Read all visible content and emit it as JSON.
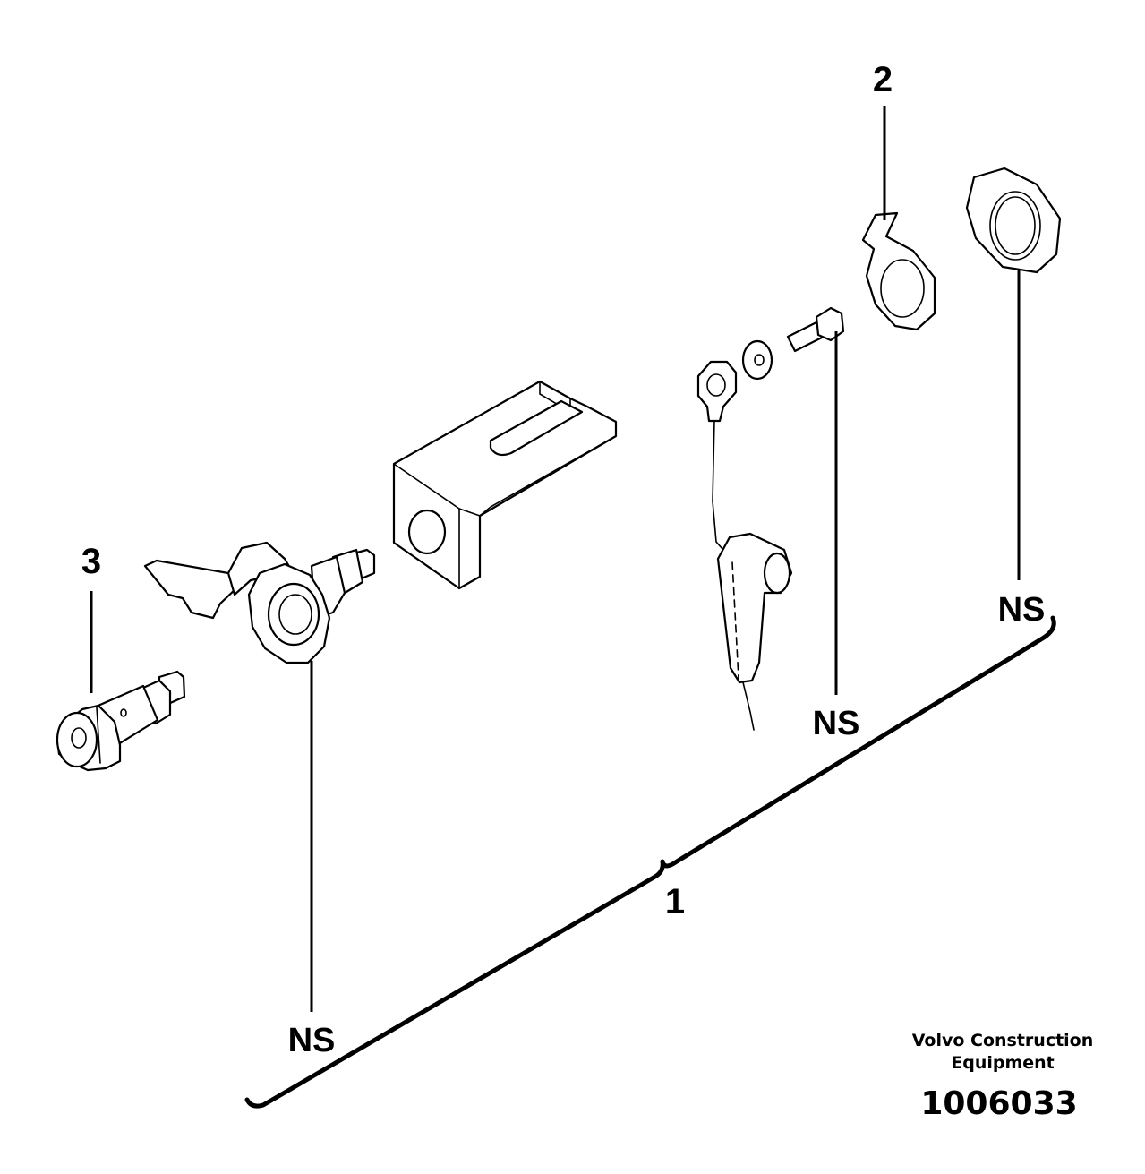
{
  "callouts": {
    "item_1": "1",
    "item_2": "2",
    "item_3": "3",
    "not_supplied": "NS"
  },
  "footer": {
    "brand_line1": "Volvo Construction",
    "brand_line2": "Equipment",
    "drawing_number": "1006033"
  }
}
